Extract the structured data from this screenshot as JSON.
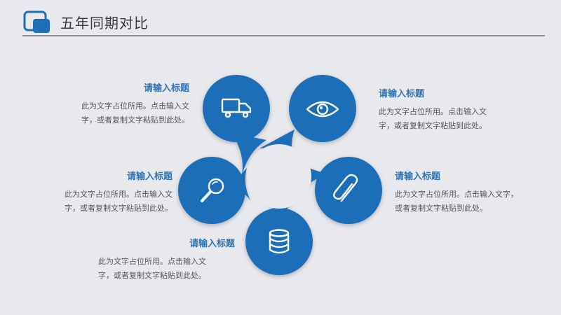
{
  "header": {
    "title": "五年同期对比"
  },
  "blocks": [
    {
      "title": "请输入标题",
      "line1": "此为文字占位所用。点击输入文",
      "line2": "字，或者复制文字粘贴到此处。"
    },
    {
      "title": "请输入标题",
      "line1": "此为文字占位所用。点击输入文",
      "line2": "字，或者复制文字粘贴到此处。"
    },
    {
      "title": "请输入标题",
      "line1": "此为文字占位所用。点击输入文",
      "line2": "字，或者复制文字粘贴到此处。"
    },
    {
      "title": "请输入标题",
      "line1": "此为文字占位所用。点击输入文字，",
      "line2": "或者复制文字粘贴到此处。"
    },
    {
      "title": "请输入标题",
      "line1": "此为文字占位所用。点击输入文",
      "line2": "字，或者复制文字粘贴到此处。"
    }
  ],
  "icons": [
    "truck-icon",
    "eye-icon",
    "magnifier-icon",
    "paperclip-icon",
    "database-icon"
  ],
  "colors": {
    "accent": "#1f6eb8",
    "heading": "#2e74b5",
    "background": "#e8e9ed"
  }
}
